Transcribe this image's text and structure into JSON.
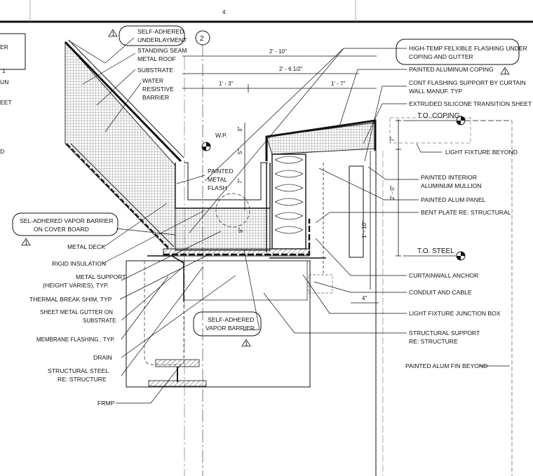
{
  "header": {
    "page_number": "4"
  },
  "grid": {
    "bubble": "2"
  },
  "levels": {
    "coping": "T.O. COPING",
    "steel": "T.O. STEEL"
  },
  "work_point": "W.P.",
  "revision_mark": "1",
  "edge_fragments": [
    "ER",
    "1",
    "UN",
    "EET",
    "D"
  ],
  "dimensions": {
    "overall": "2' - 10\"",
    "secondary": "2' - 6 1/2\"",
    "left": "1' - 3\"",
    "right": "1' - 7\"",
    "v3": "3\"",
    "v5": "5\"",
    "v7a": "7\"",
    "v9": "9\"",
    "v7b": "7\"",
    "v20": "2' - 0\"",
    "v110": "1' - 10\"",
    "h4": "4\""
  },
  "labels": {
    "self_adhered_underlayment": [
      "SELF-ADHERED",
      "UNDERLAYMENT"
    ],
    "standing_seam": [
      "STANDING SEAM",
      "METAL ROOF"
    ],
    "substrate": "SUBSTRATE",
    "water_resistive": [
      "WATER",
      "RESISTIVE",
      "BARRIER"
    ],
    "painted_metal_flash": [
      "PAINTED",
      "METAL",
      "FLASH"
    ],
    "vapor_barrier_cover": [
      "SEL-ADHERED VAPOR BARRIER",
      "ON COVER BOARD"
    ],
    "metal_deck": "METAL DECK",
    "rigid_insulation": "RIGID INSULATION",
    "metal_support": [
      "METAL SUPPORT",
      "(HEIGHT VARIES), TYP."
    ],
    "thermal_break": "THERMAL BREAK SHIM, TYP",
    "sheet_metal_gutter": [
      "SHEET METAL GUTTER ON",
      "SUBSTRATE"
    ],
    "membrane_flashing": "MEMBRANE FLASHING , TYP.",
    "drain": "DRAIN",
    "structural_steel": [
      "STRUCTURAL STEEL",
      "RE: STRUCTURE"
    ],
    "frmp": "FRMP",
    "self_adhered_vapor": [
      "SELF-ADHERED",
      "VAPOR BARRIER"
    ],
    "high_temp_flashing": [
      "HIGH-TEMP FELXIBLE FLASHING UNDER",
      "COPING AND GUTTER"
    ],
    "painted_aluminum_coping": "PAINTED ALUMINUM COPING",
    "cont_flashing_support": [
      "CONT FLASHING SUPPORT BY CURTAIN",
      "WALL MANUF. TYP"
    ],
    "extruded_silicone": "EXTRUDED SILICONE TRANSITION SHEET",
    "light_fixture_beyond": "LIGHT FIXTURE BEYOND",
    "painted_interior_mullion": [
      "PAINTED INTERIOR",
      "ALUMINUM MULLION"
    ],
    "painted_alum_panel": "PAINTED ALUM PANEL",
    "bent_plate": "BENT PLATE RE: STRUCTURAL",
    "curtainwall_anchor": "CURTAINWALL ANCHOR",
    "conduit_cable": "CONDUIT AND CABLE",
    "junction_box": "LIGHT FIXTURE JUNCTION BOX",
    "structural_support": [
      "STRUCTURAL SUPPORT",
      "RE: STRUCTURE"
    ],
    "alum_fin_beyond": "PAINTED ALUM FIN BEYOND"
  }
}
